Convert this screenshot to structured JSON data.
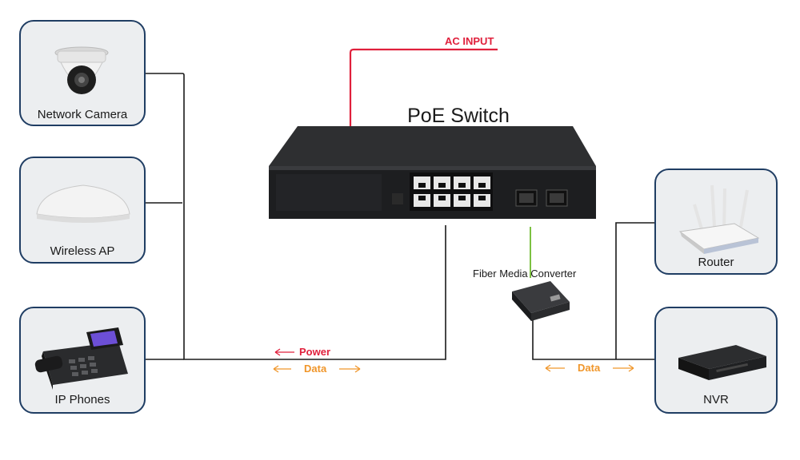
{
  "title": "PoE Switch",
  "ac_input": "AC INPUT",
  "fiber_converter": "Fiber Media Converter",
  "legend": {
    "power": "Power",
    "data_left": "Data",
    "data_right": "Data"
  },
  "devices": {
    "camera": "Network Camera",
    "wap": "Wireless AP",
    "phone": "IP Phones",
    "router": "Router",
    "nvr": "NVR"
  },
  "colors": {
    "power": "#e0203c",
    "data": "#f0962a",
    "fiber": "#7cc142",
    "cable": "#1a1a1a",
    "card_border": "#1f3d63"
  },
  "icons": [
    "dome-camera-icon",
    "access-point-icon",
    "ip-phone-icon",
    "router-icon",
    "nvr-icon",
    "poe-switch-icon",
    "media-converter-icon"
  ]
}
